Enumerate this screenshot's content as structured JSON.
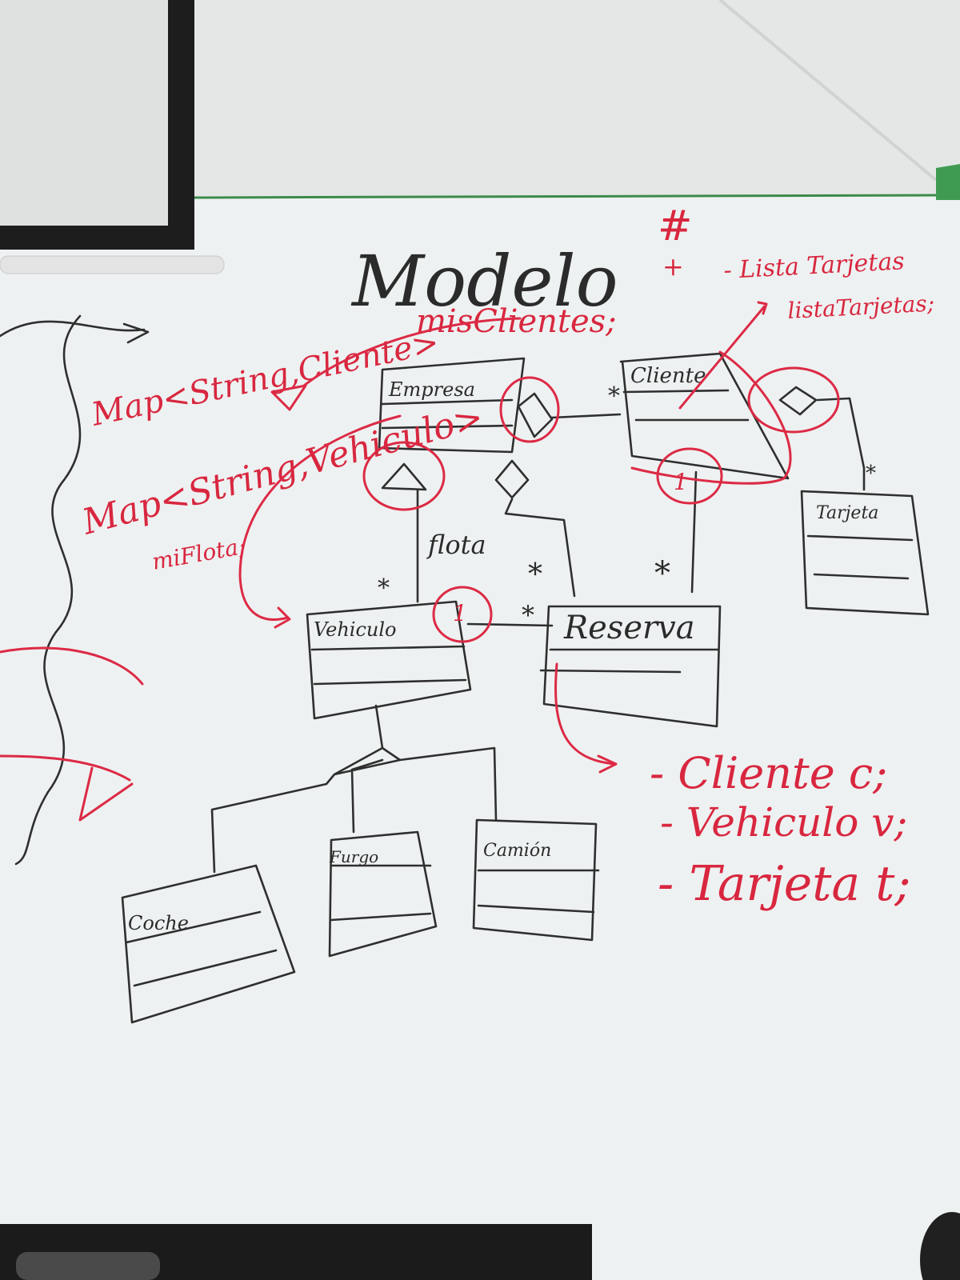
{
  "colors": {
    "board": "#f1f3f3",
    "black_ink": "#2f2f2f",
    "red_ink": "#dc2a45"
  },
  "title": "Modelo",
  "classes": {
    "empresa": "Empresa",
    "cliente": "Cliente",
    "tarjeta": "Tarjeta",
    "vehiculo": "Vehiculo",
    "reserva": "Reserva",
    "coche": "Coche",
    "furgo": "Furgo",
    "camion": "Camión"
  },
  "labels": {
    "flota": "flota",
    "mis_clientes": "misClientes;",
    "map_clientes": "Map<String,Cliente>",
    "map_vehiculos": "Map<String,Vehiculo>",
    "mi_flota": "miFlota;",
    "hash": "#",
    "plus": "+",
    "lista_tarjetas_1": "- Lista Tarjetas",
    "lista_tarjetas_2": "listaTarjetas;"
  },
  "multiplicities": {
    "cliente_empresa": "*",
    "tarjeta_many": "*",
    "cliente_one": "1",
    "reserva_cliente_many": "*",
    "vehiculo_flota_many": "*",
    "reserva_empresa_many": "*",
    "vehiculo_one": "1",
    "reserva_vehiculo_many": "*"
  },
  "reserva_attributes": [
    "- Cliente c;",
    "- Vehiculo v;",
    "- Tarjeta t;"
  ]
}
